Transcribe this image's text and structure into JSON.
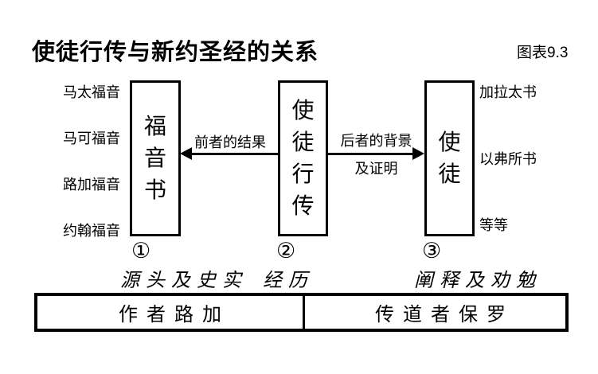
{
  "header": {
    "title": "使徒行传与新约圣经的关系",
    "figure_label": "图表9.3"
  },
  "gospel_labels": [
    "马太福音",
    "马可福音",
    "路加福音",
    "约翰福音"
  ],
  "epistle_labels": [
    "加拉太书",
    "以弗所书",
    "等等"
  ],
  "boxes": {
    "gospels": {
      "chars": [
        "福",
        "音",
        "书"
      ],
      "number": "①",
      "caption": "源头及史实"
    },
    "acts": {
      "chars": [
        "使",
        "徒",
        "行",
        "传"
      ],
      "number": "②",
      "caption": "经历"
    },
    "apostle": {
      "chars": [
        "使",
        "徒"
      ],
      "number": "③",
      "caption": "阐释及劝勉"
    }
  },
  "arrows": {
    "to_gospels": {
      "label": "前者的结果",
      "direction": "left"
    },
    "to_apostle": {
      "label_line1": "后者的背景",
      "label_line2": "及证明",
      "direction": "right"
    }
  },
  "footer": {
    "left_cell": "作者路加",
    "right_cell": "传道者保罗"
  },
  "colors": {
    "ink": "#000000",
    "background": "#ffffff"
  }
}
